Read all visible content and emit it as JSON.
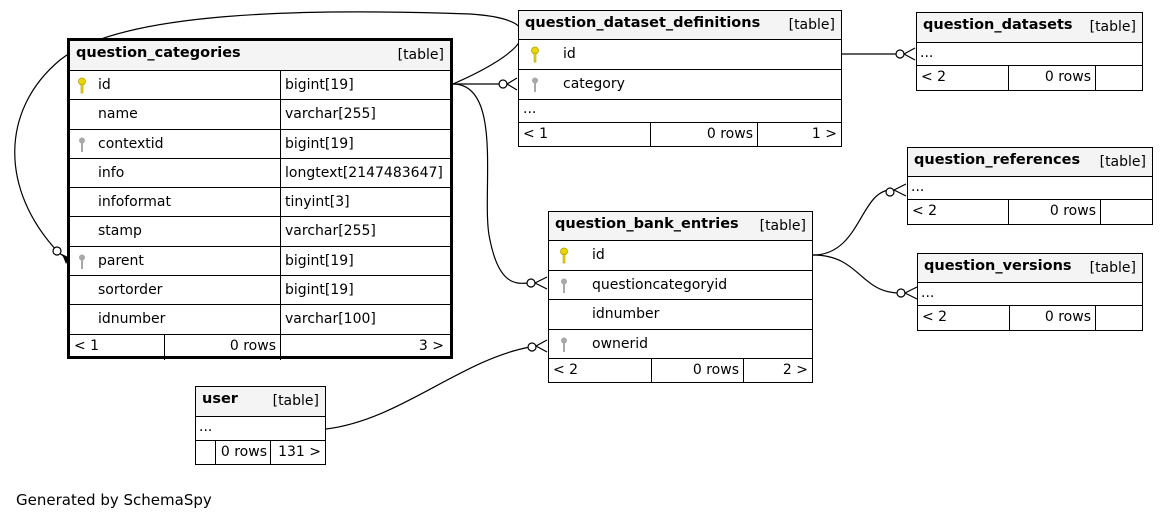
{
  "footer_text": "Generated by SchemaSpy",
  "colors": {
    "primary_key": "#e8d800",
    "foreign_key": "#a8a8a8",
    "header_bg": "#f4f4f4"
  },
  "tables": {
    "question_categories": {
      "name": "question_categories",
      "type": "[table]",
      "columns": [
        {
          "name": "id",
          "type": "bigint[19]",
          "key": "primary"
        },
        {
          "name": "name",
          "type": "varchar[255]",
          "key": ""
        },
        {
          "name": "contextid",
          "type": "bigint[19]",
          "key": "foreign"
        },
        {
          "name": "info",
          "type": "longtext[2147483647]",
          "key": ""
        },
        {
          "name": "infoformat",
          "type": "tinyint[3]",
          "key": ""
        },
        {
          "name": "stamp",
          "type": "varchar[255]",
          "key": ""
        },
        {
          "name": "parent",
          "type": "bigint[19]",
          "key": "foreign"
        },
        {
          "name": "sortorder",
          "type": "bigint[19]",
          "key": ""
        },
        {
          "name": "idnumber",
          "type": "varchar[100]",
          "key": ""
        }
      ],
      "footer": {
        "parents": "< 1",
        "rows": "0 rows",
        "children": "3 >"
      }
    },
    "question_dataset_definitions": {
      "name": "question_dataset_definitions",
      "type": "[table]",
      "columns": [
        {
          "name": "id",
          "key": "primary"
        },
        {
          "name": "category",
          "key": "foreign"
        }
      ],
      "more": "...",
      "footer": {
        "parents": "< 1",
        "rows": "0 rows",
        "children": "1 >"
      }
    },
    "question_datasets": {
      "name": "question_datasets",
      "type": "[table]",
      "more": "...",
      "footer": {
        "parents": "< 2",
        "rows": "0 rows",
        "children": ""
      }
    },
    "question_references": {
      "name": "question_references",
      "type": "[table]",
      "more": "...",
      "footer": {
        "parents": "< 2",
        "rows": "0 rows",
        "children": ""
      }
    },
    "question_bank_entries": {
      "name": "question_bank_entries",
      "type": "[table]",
      "columns": [
        {
          "name": "id",
          "key": "primary"
        },
        {
          "name": "questioncategoryid",
          "key": "foreign"
        },
        {
          "name": "idnumber",
          "key": ""
        },
        {
          "name": "ownerid",
          "key": "foreign"
        }
      ],
      "footer": {
        "parents": "< 2",
        "rows": "0 rows",
        "children": "2 >"
      }
    },
    "question_versions": {
      "name": "question_versions",
      "type": "[table]",
      "more": "...",
      "footer": {
        "parents": "< 2",
        "rows": "0 rows",
        "children": ""
      }
    },
    "user": {
      "name": "user",
      "type": "[table]",
      "more": "...",
      "footer": {
        "parents": "",
        "rows": "0 rows",
        "children": "131 >"
      }
    }
  }
}
